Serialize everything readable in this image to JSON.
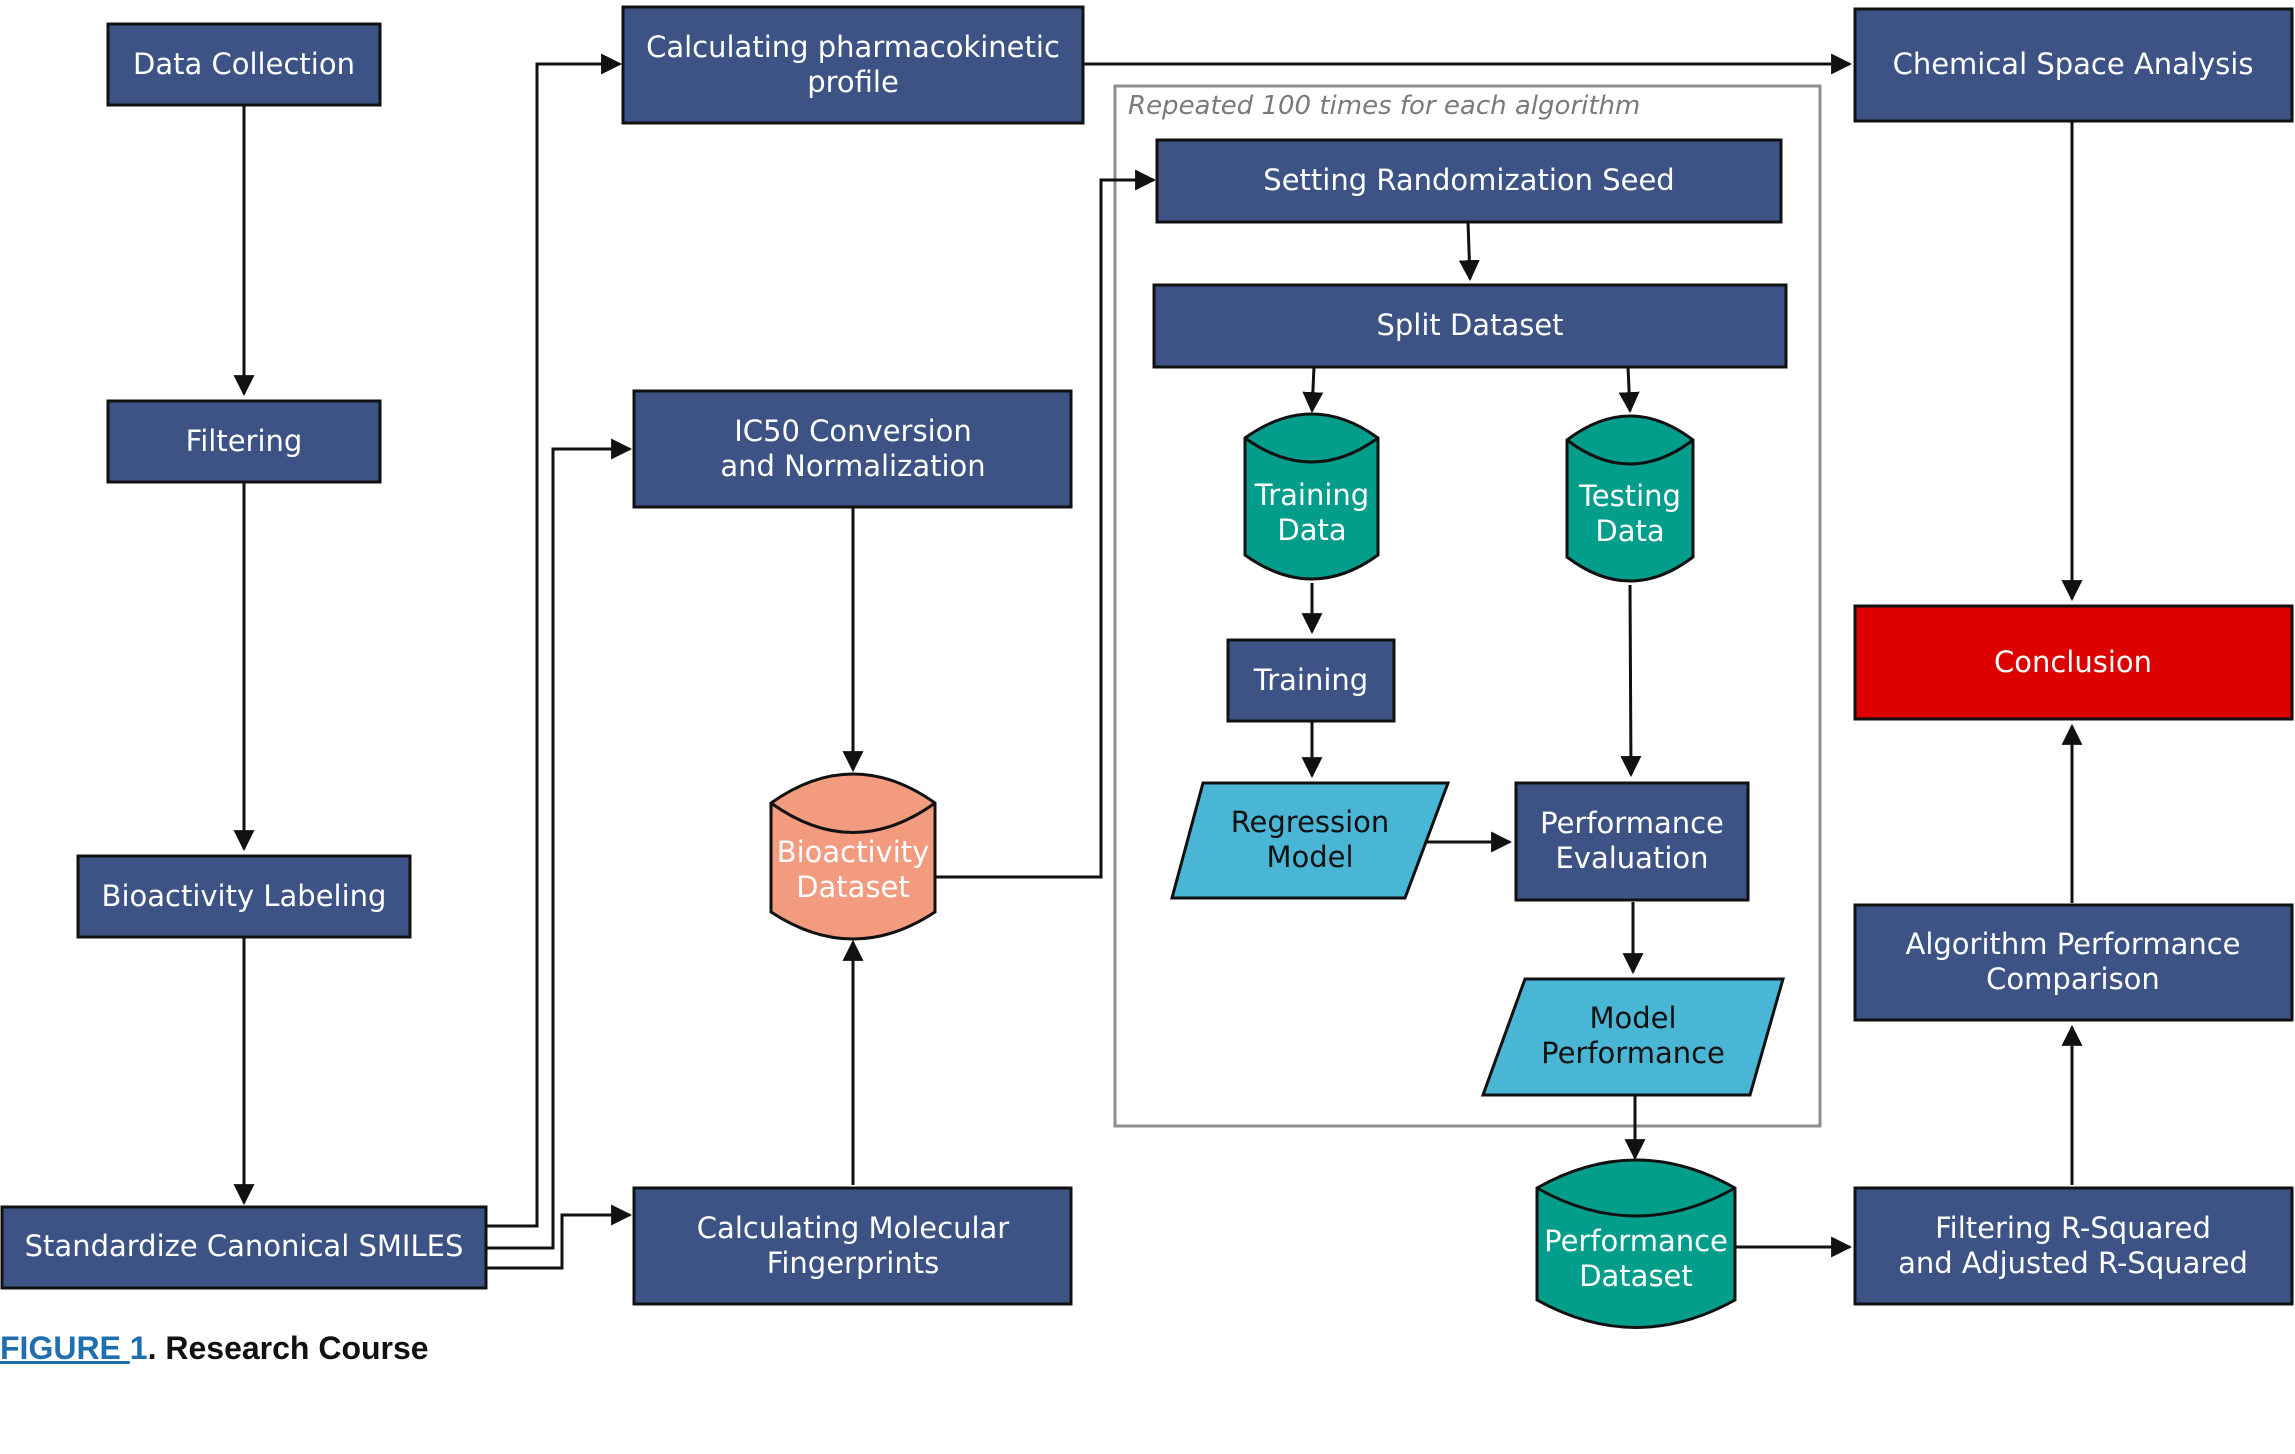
{
  "diagram": {
    "colors": {
      "process": "#3d5385",
      "cylinder_teal": "#039e8b",
      "cylinder_salmon": "#f29b7e",
      "parallelogram": "#4ab6d6",
      "conclusion": "#dd0000",
      "edge": "#111111",
      "group_border": "#8e8e8e"
    },
    "group": {
      "label": "Repeated 100 times for each algorithm"
    },
    "nodes": {
      "data_collection": "Data Collection",
      "filtering": "Filtering",
      "bioactivity_labeling": "Bioactivity Labeling",
      "standardize_smiles": "Standardize Canonical SMILES",
      "pk_profile": [
        "Calculating pharmacokinetic",
        "profile"
      ],
      "ic50": [
        "IC50 Conversion",
        "and Normalization"
      ],
      "bioactivity_dataset": [
        "Bioactivity",
        "Dataset"
      ],
      "fingerprints": [
        "Calculating Molecular",
        "Fingerprints"
      ],
      "seed": "Setting Randomization Seed",
      "split": "Split Dataset",
      "training_data": [
        "Training",
        "Data"
      ],
      "testing_data": [
        "Testing",
        "Data"
      ],
      "training": "Training",
      "regression_model": [
        "Regression",
        "Model"
      ],
      "performance_evaluation": [
        "Performance",
        "Evaluation"
      ],
      "model_performance": [
        "Model",
        "Performance"
      ],
      "performance_dataset": [
        "Performance",
        "Dataset"
      ],
      "chemical_space": "Chemical Space Analysis",
      "conclusion": "Conclusion",
      "algorithm_comparison": [
        "Algorithm Performance",
        "Comparison"
      ],
      "filtering_r2": [
        "Filtering R-Squared",
        "and Adjusted R-Squared"
      ]
    }
  },
  "caption": {
    "figure_label": "FIGURE ",
    "figure_number": "1",
    "title": ". Research Course"
  }
}
